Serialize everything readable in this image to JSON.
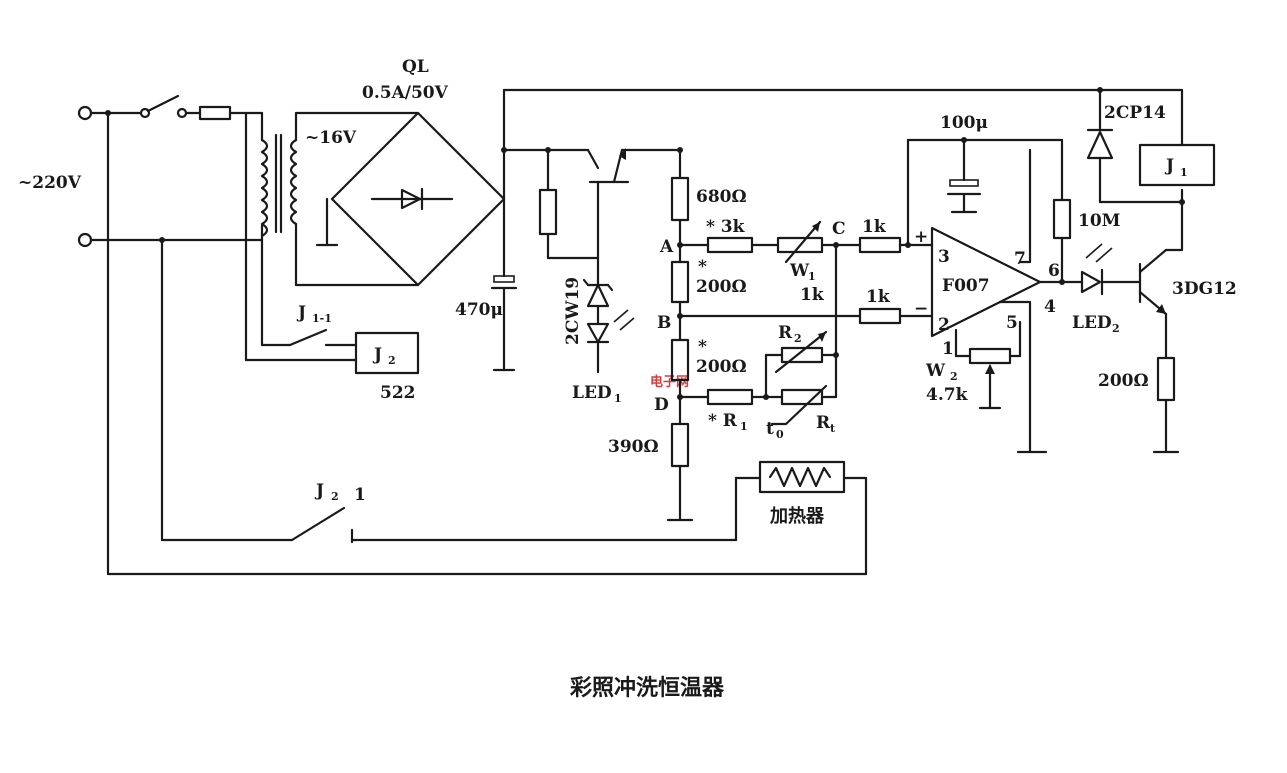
{
  "labels": {
    "ac_input": "~220V",
    "rectifier": "QL",
    "rectifier_rating": "0.5A/50V",
    "secondary": "~16V",
    "cap_filter": "470μ",
    "zener": "2CW19",
    "led1": "LED",
    "led1_sub": "1",
    "r680": "680Ω",
    "r3k": "* 3k",
    "w1": "W",
    "w1_sub": "1",
    "node_a": "A",
    "node_b": "B",
    "node_c": "C",
    "node_d": "D",
    "r200a": "200Ω",
    "r200a_star": "*",
    "r1k_a": "1k",
    "r1k_b": "1k",
    "r1k_c": "1k",
    "r2": "R",
    "r2_sub": "2",
    "r200b": "200Ω",
    "r200b_star": "*",
    "r1": "* R",
    "r1_sub": "1",
    "t0": "t",
    "t0_sub": "0",
    "rt": "R",
    "rt_sub": "t",
    "r390": "390Ω",
    "cap100": "100μ",
    "opamp": "F007",
    "pin3": "3",
    "pin2": "2",
    "pin7": "7",
    "pin6": "6",
    "pin4": "4",
    "pin5": "5",
    "pin1": "1",
    "plus": "+",
    "minus": "−",
    "w2": "W",
    "w2_sub": "2",
    "w2_val": "4.7k",
    "r10m": "10M",
    "led2": "LED",
    "led2_sub": "2",
    "diode": "2CP14",
    "relay_j1": "J",
    "relay_j1_sub": "1",
    "transistor": "3DG12",
    "r200c": "200Ω",
    "j11": "J",
    "j11_sub": "1-1",
    "j2": "J",
    "j2_sub": "2",
    "j2_model": "522",
    "j21": "J",
    "j21_sub": "2",
    "j21_mark": "1",
    "heater": "加热器",
    "watermark": "电子网"
  },
  "caption": "彩照冲洗恒温器"
}
